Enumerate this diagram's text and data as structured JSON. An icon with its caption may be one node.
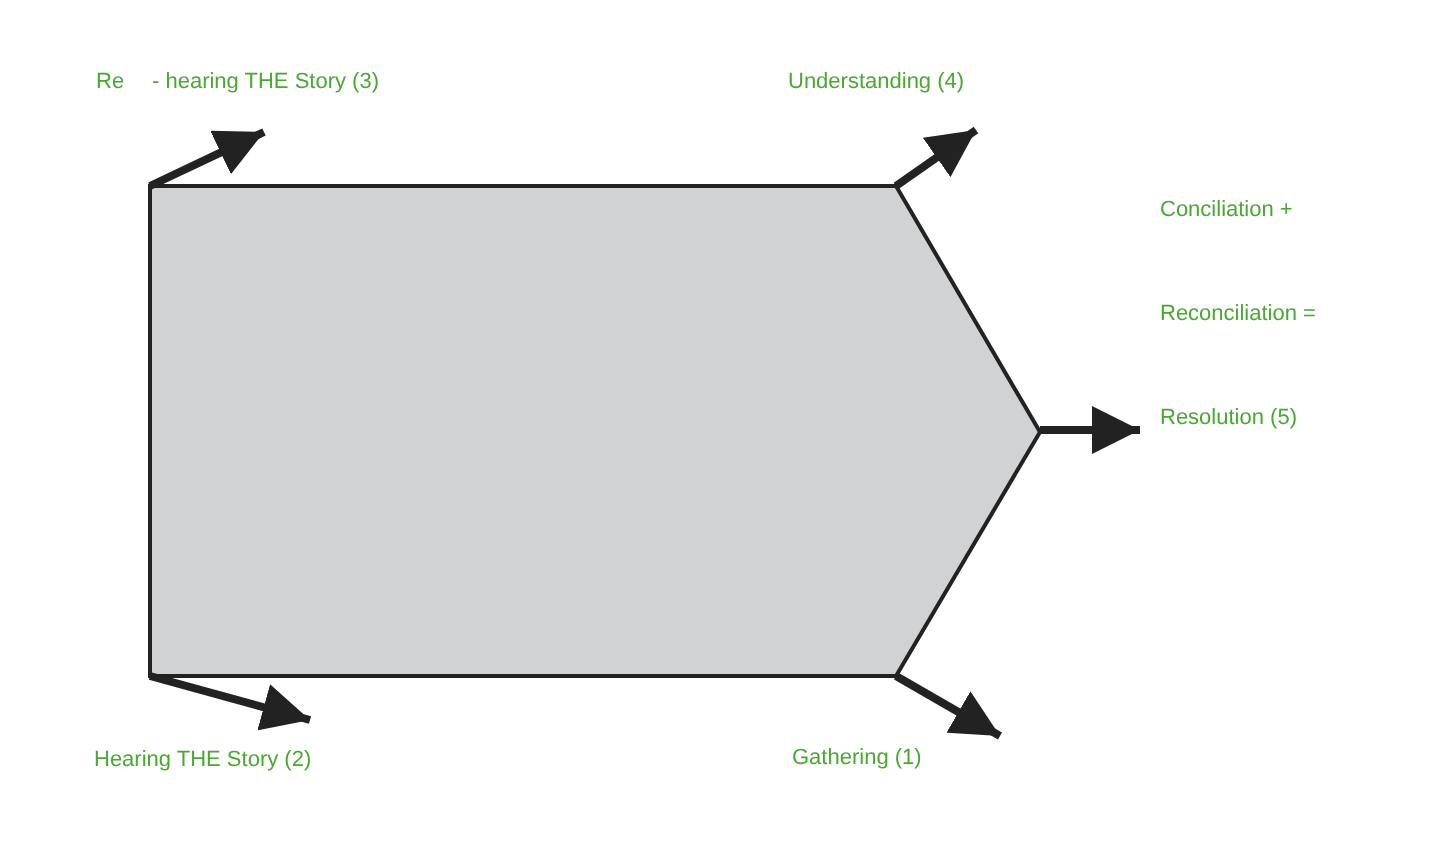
{
  "diagram": {
    "nodes": [
      {
        "text": [],
        "shape": "pentagon"
      },
      {
        "text": [
          "Re",
          "- hearing THE Story (3)"
        ]
      },
      {
        "text": [
          "Understanding (4)"
        ]
      },
      {
        "text": [
          "Resolution (5)"
        ]
      },
      {
        "text": [
          "Hearing THE Story (2)"
        ]
      },
      {
        "text": [
          "Gathering (1)"
        ]
      }
    ],
    "edges": [
      {
        "from": 0,
        "to": 1,
        "arrow": "to"
      },
      {
        "from": 0,
        "to": 2,
        "arrow": "to"
      },
      {
        "from": 0,
        "to": 3,
        "arrow": "to"
      },
      {
        "from": 0,
        "to": 4,
        "arrow": "to"
      },
      {
        "from": 0,
        "to": 5,
        "arrow": "to"
      }
    ],
    "labels": [
      "Conciliation +",
      "Reconciliation ="
    ]
  }
}
